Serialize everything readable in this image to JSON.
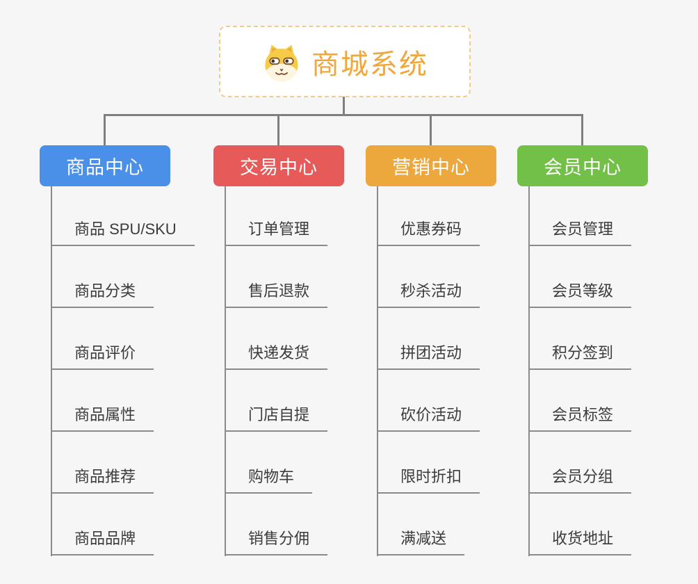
{
  "root": {
    "title": "商城系统",
    "icon": "doge-icon",
    "title_color": "#f0a73c",
    "border_color": "#f3ca8e"
  },
  "connector_color": "#7f7f7f",
  "background_color": "#f6f6f7",
  "branches": [
    {
      "label": "商品中心",
      "color": "#4a8fe8",
      "items": [
        "商品 SPU/SKU",
        "商品分类",
        "商品评价",
        "商品属性",
        "商品推荐",
        "商品品牌"
      ]
    },
    {
      "label": "交易中心",
      "color": "#e65a5a",
      "items": [
        "订单管理",
        "售后退款",
        "快递发货",
        "门店自提",
        "购物车",
        "销售分佣"
      ]
    },
    {
      "label": "营销中心",
      "color": "#eca83d",
      "items": [
        "优惠券码",
        "秒杀活动",
        "拼团活动",
        "砍价活动",
        "限时折扣",
        "满减送"
      ]
    },
    {
      "label": "会员中心",
      "color": "#73c048",
      "items": [
        "会员管理",
        "会员等级",
        "积分签到",
        "会员标签",
        "会员分组",
        "收货地址"
      ]
    }
  ]
}
